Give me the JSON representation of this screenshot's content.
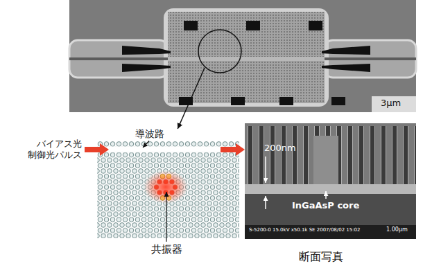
{
  "diagram": {
    "nodes": [
      {
        "text": [
          "3μm"
        ]
      },
      {
        "text": [
          "導波路"
        ]
      },
      {
        "text": [
          "200nm",
          "InGaAsP core",
          "S-5200-0 15.0kV x50.1k SE 2007/08/02 15:02",
          "1.00μm",
          "断面写真"
        ]
      }
    ],
    "edges": [
      {
        "from": 0,
        "to": 1,
        "arrow": "to"
      }
    ],
    "labels": [
      "バイアス光",
      "制御光パルス",
      "共振器"
    ]
  }
}
